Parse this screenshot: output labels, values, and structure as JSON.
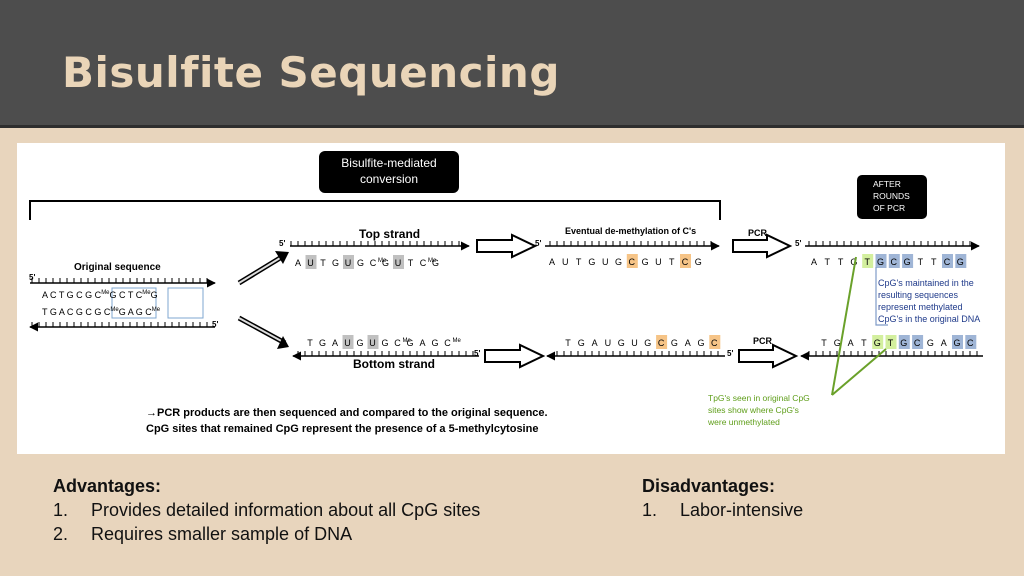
{
  "slide": {
    "title": "Bisulfite Sequencing"
  },
  "diagram": {
    "conversion_label": [
      "Bisulfite-mediated",
      "conversion"
    ],
    "after_label": [
      "AFTER",
      "ROUNDS",
      "OF PCR"
    ],
    "original_label": "Original sequence",
    "top_strand_label": "Top strand",
    "bottom_strand_label": "Bottom strand",
    "demethylation_label": "Eventual de-methylation of C's",
    "pcr_label": "PCR",
    "five_prime": "5'",
    "original_top": "A C T G C G C",
    "original_top_me": "Me",
    "original_top_2": "G C T C",
    "original_top_2_me": "Me",
    "original_top_3": "G",
    "original_bottom": "T G A C G C G C",
    "original_bottom_me": "Me",
    "original_bottom_2": "G A G C",
    "original_bottom_2_me": "Me",
    "bisulfite_top": [
      "A",
      "U",
      "T",
      "G",
      "U",
      "G",
      "C",
      "G",
      "U",
      "T",
      "C",
      "G"
    ],
    "bisulfite_bottom": [
      "T",
      "G",
      "A",
      "U",
      "G",
      "U",
      "G",
      "C",
      "G",
      "A",
      "G",
      "C"
    ],
    "me": "Me",
    "demeth_top": [
      "A",
      "U",
      "T",
      "G",
      "U",
      "G",
      "C",
      "G",
      "U",
      "T",
      "C",
      "G"
    ],
    "demeth_bottom": [
      "T",
      "G",
      "A",
      "U",
      "G",
      "U",
      "G",
      "C",
      "G",
      "A",
      "G",
      "C"
    ],
    "pcr_top": [
      "A",
      "T",
      "T",
      "G",
      "T",
      "G",
      "C",
      "G",
      "T",
      "T",
      "C",
      "G"
    ],
    "pcr_bottom": [
      "T",
      "G",
      "A",
      "T",
      "G",
      "T",
      "G",
      "C",
      "G",
      "A",
      "G",
      "C"
    ],
    "methylated_note": [
      "CpG's maintained in the",
      "resulting sequences",
      "represent methylated",
      "CpG's in the original DNA"
    ],
    "unmethylated_note": [
      "TpG's seen in original CpG",
      "sites show where CpG's",
      "were unmethylated"
    ],
    "caption": [
      "→PCR products are then sequenced and compared to the original sequence.",
      "CpG sites that remained CpG represent the presence of a 5-methylcytosine"
    ]
  },
  "advantages": {
    "heading": "Advantages:",
    "items": [
      {
        "num": "1.",
        "text": "Provides detailed information about all CpG sites"
      },
      {
        "num": "2.",
        "text": "Requires smaller sample of DNA"
      }
    ]
  },
  "disadvantages": {
    "heading": "Disadvantages:",
    "items": [
      {
        "num": "1.",
        "text": "Labor-intensive"
      }
    ]
  },
  "colors": {
    "header_bg": "#4d4d4d",
    "title": "#ead5b8",
    "slide_bg": "#e8d5bd",
    "gray_box": "#c0c0c0",
    "orange_box": "#f6c487",
    "green_box": "#d3ef9e",
    "blue_box": "#9fb5d6",
    "methyl_note": "#1f3a8a",
    "unmethyl_note": "#5f9e1a"
  }
}
